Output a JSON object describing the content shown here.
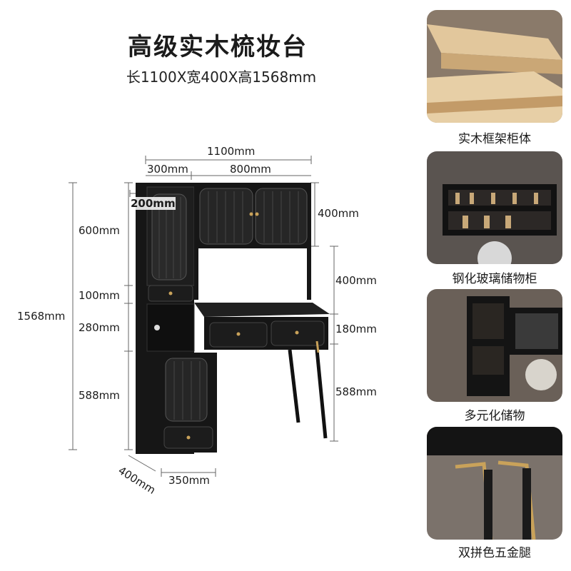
{
  "header": {
    "title": "高级实木梳妆台",
    "size": "长1100X宽400X高1568mm"
  },
  "dimensions": {
    "total_width": "1100mm",
    "left_width": "300mm",
    "right_width": "800mm",
    "side_gap": "200mm",
    "top_cabinet_height": "600mm",
    "upper_cabinet_height": "400mm",
    "middle_gap_height": "400mm",
    "drawer_small_height": "100mm",
    "total_height": "1568mm",
    "open_shelf_height": "280mm",
    "desk_drawer_height": "180mm",
    "bottom_cabinet_height": "588mm",
    "leg_height": "588mm",
    "depth": "400mm",
    "base_width": "350mm"
  },
  "features": [
    {
      "caption": "实木框架柜体",
      "image": "solid-wood-board"
    },
    {
      "caption": "钢化玻璃储物柜",
      "image": "glass-cabinet"
    },
    {
      "caption": "多元化储物",
      "image": "diverse-storage"
    },
    {
      "caption": "双拼色五金腿",
      "image": "metal-legs"
    }
  ],
  "colors": {
    "furniture": "#151515",
    "accent_gold": "#c9a25a",
    "wood": "#e3c9a0"
  }
}
